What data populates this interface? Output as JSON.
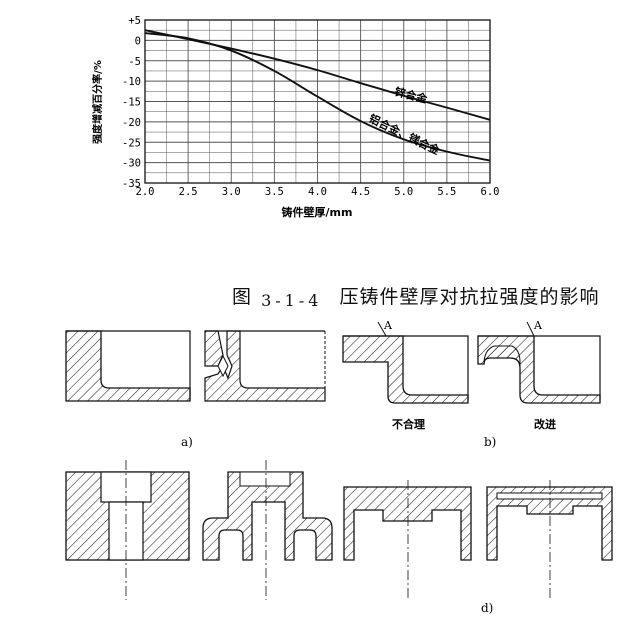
{
  "chart_data": {
    "type": "line",
    "xlabel": "铸件壁厚/mm",
    "ylabel": "强度增减百分率/%",
    "xlim": [
      2.0,
      6.0
    ],
    "ylim": [
      -35,
      5
    ],
    "x_ticks": [
      "2.0",
      "2.5",
      "3.0",
      "3.5",
      "4.0",
      "4.5",
      "5.0",
      "5.5",
      "6.0"
    ],
    "y_ticks": [
      "+5",
      "0",
      "-5",
      "-10",
      "-15",
      "-20",
      "-25",
      "-30",
      "-35"
    ],
    "grid": true,
    "series": [
      {
        "name": "锌合金",
        "x": [
          2.0,
          2.5,
          3.0,
          3.5,
          4.0,
          4.5,
          5.0,
          5.5,
          6.0
        ],
        "y": [
          2.5,
          0.3,
          -2.0,
          -4.5,
          -7.3,
          -10.5,
          -13.6,
          -16.5,
          -19.5
        ]
      },
      {
        "name": "铝合金、镁合金",
        "x": [
          2.0,
          2.5,
          3.0,
          3.5,
          4.0,
          4.5,
          5.0,
          5.5,
          6.0
        ],
        "y": [
          1.8,
          0.5,
          -2.5,
          -7.5,
          -13.8,
          -19.8,
          -24.3,
          -27.3,
          -29.5
        ]
      }
    ]
  },
  "figure": {
    "caption_fig": "图",
    "caption_num": "3-1-4",
    "caption_text": "压铸件壁厚对抗拉强度的影响"
  },
  "drawings": {
    "label_a": "a)",
    "label_b": "b)",
    "label_d": "d)",
    "note_bad": "不合理",
    "note_good": "改进",
    "marker_A1": "A",
    "marker_A2": "A"
  }
}
